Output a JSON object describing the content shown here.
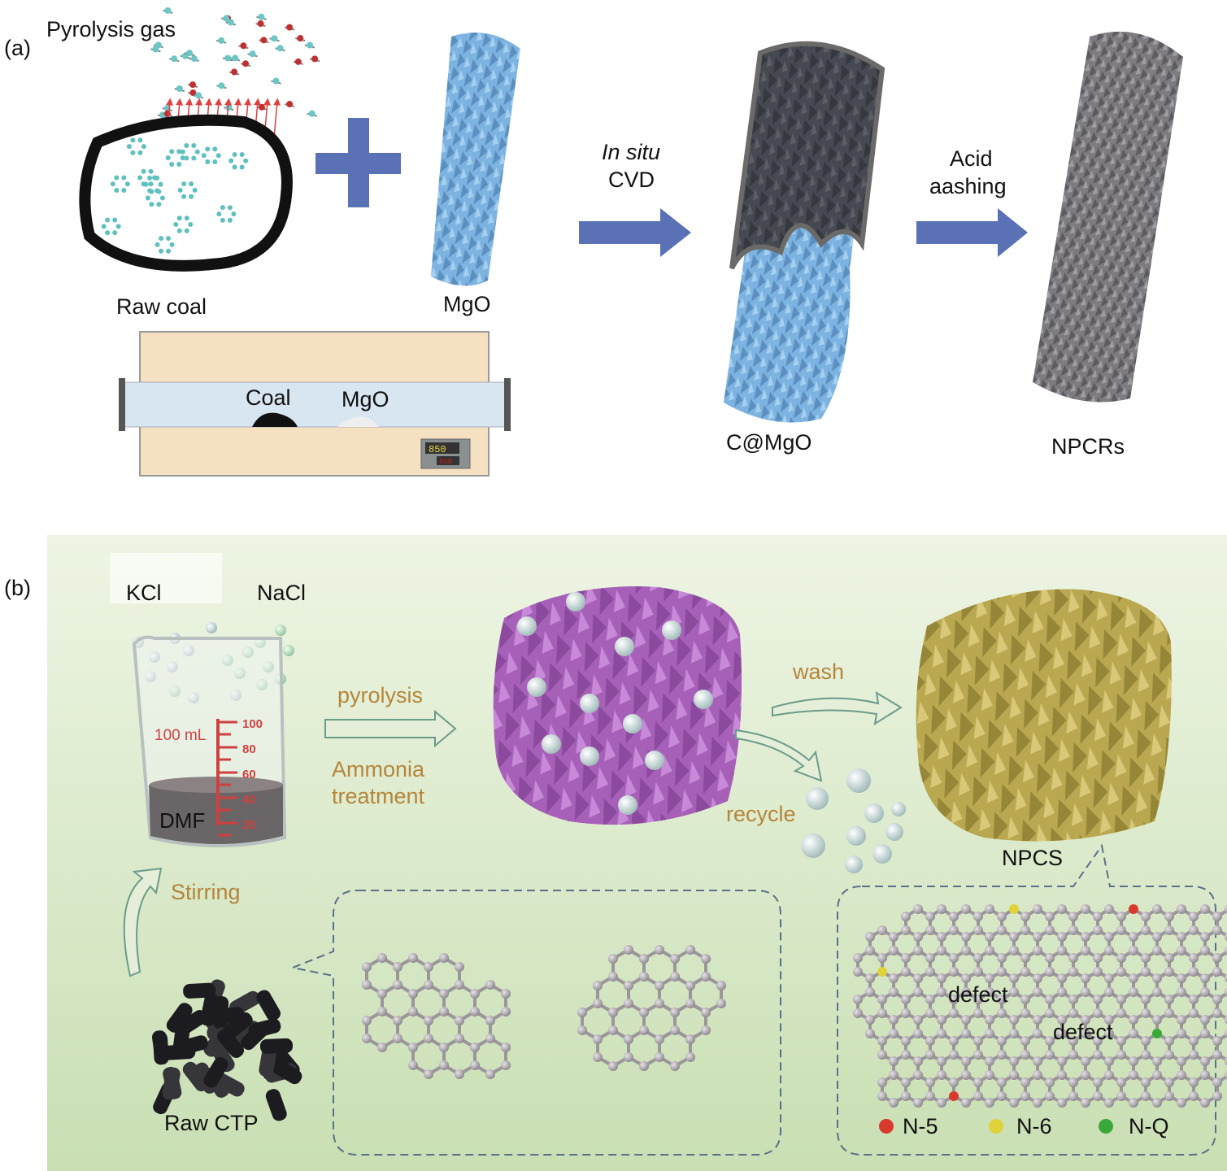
{
  "panel_a": {
    "label": "(a)",
    "pyrolysis_gas": "Pyrolysis gas",
    "raw_coal": "Raw coal",
    "mgo": "MgO",
    "furnace": {
      "coal": "Coal",
      "mgo": "MgO",
      "display_set": "850",
      "display_actual": "850"
    },
    "step1": {
      "line1": "In situ",
      "line2": "CVD"
    },
    "c_mgo": "C@MgO",
    "step2": {
      "line1": "Acid",
      "line2": "aashing"
    },
    "npcrs": "NPCRs"
  },
  "panel_b": {
    "label": "(b)",
    "kcl": "KCl",
    "nacl": "NaCl",
    "beaker": {
      "volume": "100 mL",
      "solvent": "DMF",
      "ticks": [
        "100",
        "80",
        "60",
        "40",
        "20"
      ]
    },
    "pyrolysis": "pyrolysis",
    "ammonia": {
      "line1": "Ammonia",
      "line2": "treatment"
    },
    "wash": "wash",
    "recycle": "recycle",
    "npcs": "NPCS",
    "stirring": "Stirring",
    "raw_ctp": "Raw CTP",
    "defect1": "defect",
    "defect2": "defect",
    "legend": [
      {
        "label": "N-5",
        "color": "#d83a2e"
      },
      {
        "label": "N-6",
        "color": "#e0d23a"
      },
      {
        "label": "N-Q",
        "color": "#3aa83a"
      }
    ]
  },
  "colors": {
    "arrow": "#5a72b5",
    "mgo": "#7db3e0",
    "carbon": "#4a4d55",
    "npcr": "#7d7b80",
    "purple": "#a660b8",
    "gold": "#b9a850",
    "text_tan": "#b5853a"
  }
}
